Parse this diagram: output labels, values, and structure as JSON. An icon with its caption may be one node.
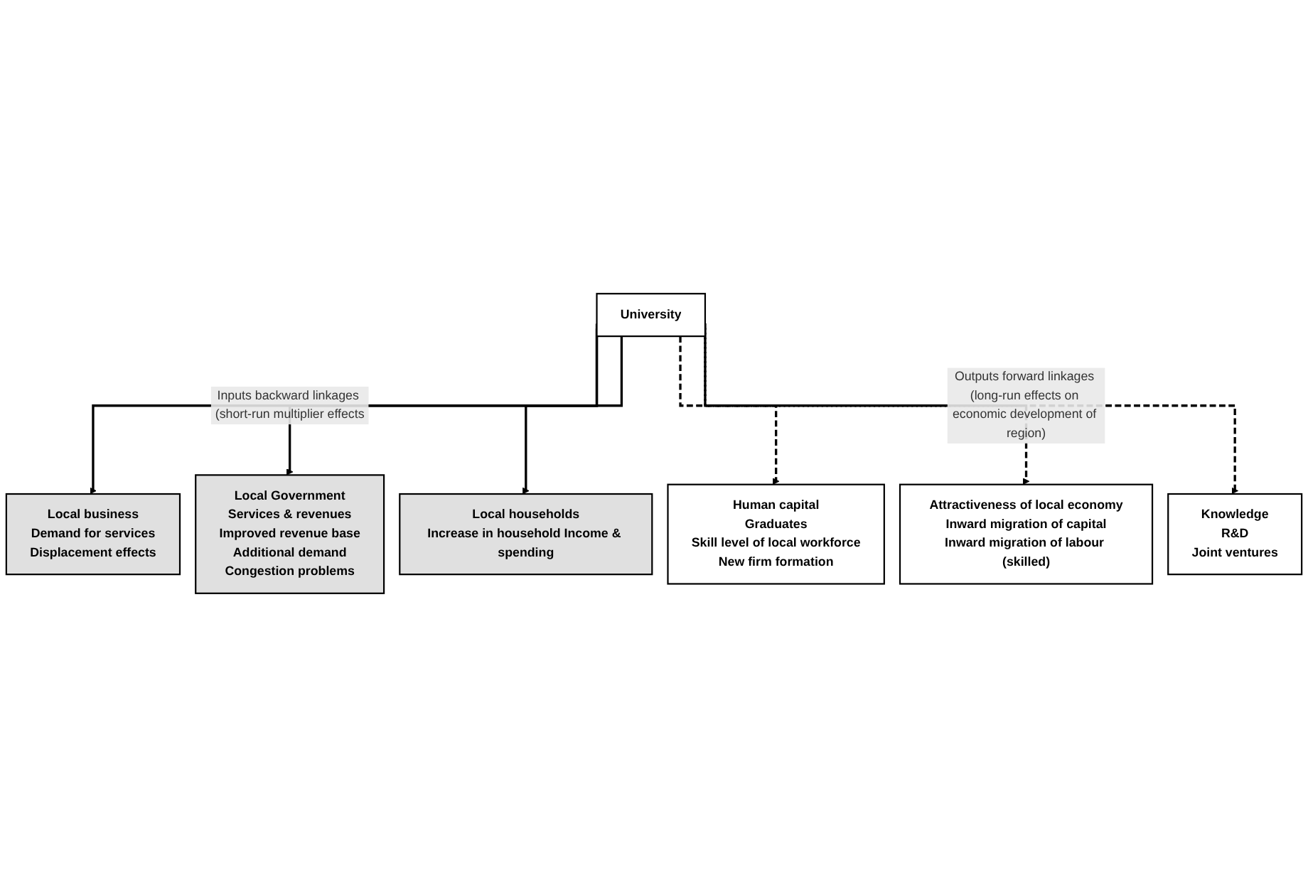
{
  "diagram": {
    "nodes": [
      {
        "text": [
          "University"
        ]
      },
      {
        "text": [
          "Local business",
          "Demand for services",
          "Displacement effects"
        ]
      },
      {
        "text": [
          "Local Government",
          "Services & revenues",
          "Improved revenue base",
          "Additional demand",
          "Congestion problems"
        ]
      },
      {
        "text": [
          "Local households",
          "Increase in household Income & spending"
        ]
      },
      {
        "text": [
          "Human capital",
          "Graduates",
          "Skill level of local workforce",
          "New firm formation"
        ]
      },
      {
        "text": [
          "Attractiveness of local economy",
          "Inward migration of capital",
          "Inward migration of labour (skilled)"
        ]
      },
      {
        "text": [
          "Knowledge",
          "R&D",
          "Joint ventures"
        ]
      }
    ],
    "edges": [
      {
        "from": 0,
        "to": 1,
        "arrow": "to"
      },
      {
        "from": 0,
        "to": 2,
        "arrow": "to",
        "label": "Inputs backward linkages (short-run multiplier effects"
      },
      {
        "from": 0,
        "to": 3,
        "arrow": "to"
      },
      {
        "from": 0,
        "to": 4,
        "arrow": "to",
        "style": "dashed"
      },
      {
        "from": 0,
        "to": 5,
        "arrow": "to",
        "style": "dashed",
        "label": "Outputs forward linkages (long-run effects on economic development of region)"
      },
      {
        "from": 0,
        "to": 6,
        "arrow": "to",
        "style": "dashed"
      }
    ]
  }
}
